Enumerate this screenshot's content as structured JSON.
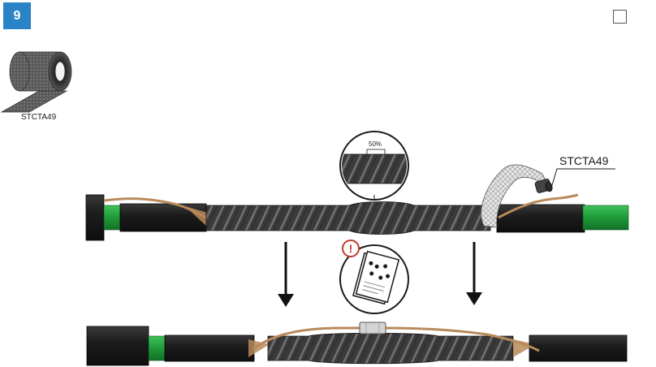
{
  "step": {
    "number": "9"
  },
  "product": {
    "code_label": "STCTA49",
    "icon": "tape-roll-icon"
  },
  "callout": {
    "label": "STCTA49"
  },
  "overlap": {
    "label": "50%"
  },
  "warning": {
    "symbol": "!",
    "icon": "instruction-booklet-icon"
  },
  "colors": {
    "step_badge": "#2a83c6",
    "cable_sheath": "#1e1e1e",
    "insulation": "#1f9a3a",
    "copper_wire": "#b88a5a",
    "tape": "#3c3c3c",
    "warning": "#c0392b"
  }
}
